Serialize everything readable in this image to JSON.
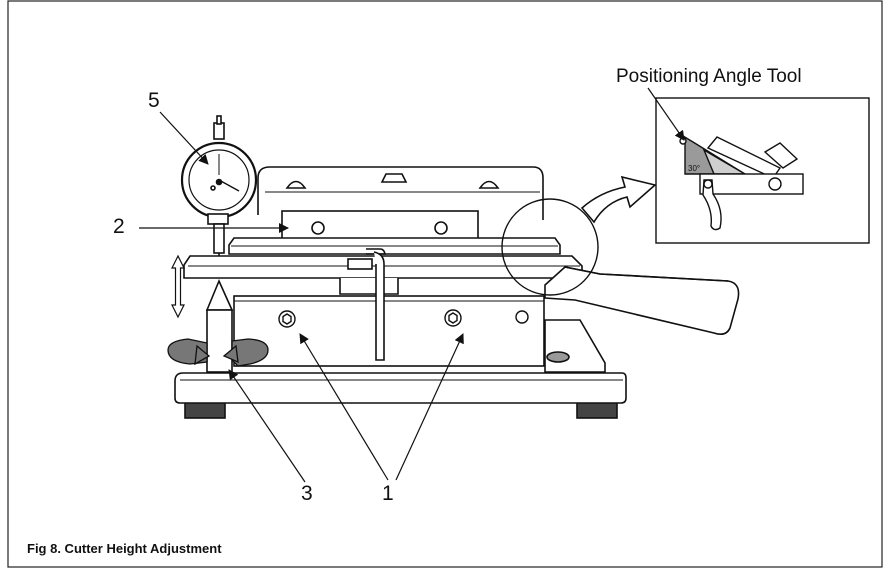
{
  "figure": {
    "caption": "Fig 8. Cutter Height Adjustment",
    "callouts": {
      "c1": "1",
      "c2": "2",
      "c3": "3",
      "c5": "5"
    },
    "inset": {
      "title": "Positioning Angle Tool",
      "angle_label": "30°"
    }
  }
}
